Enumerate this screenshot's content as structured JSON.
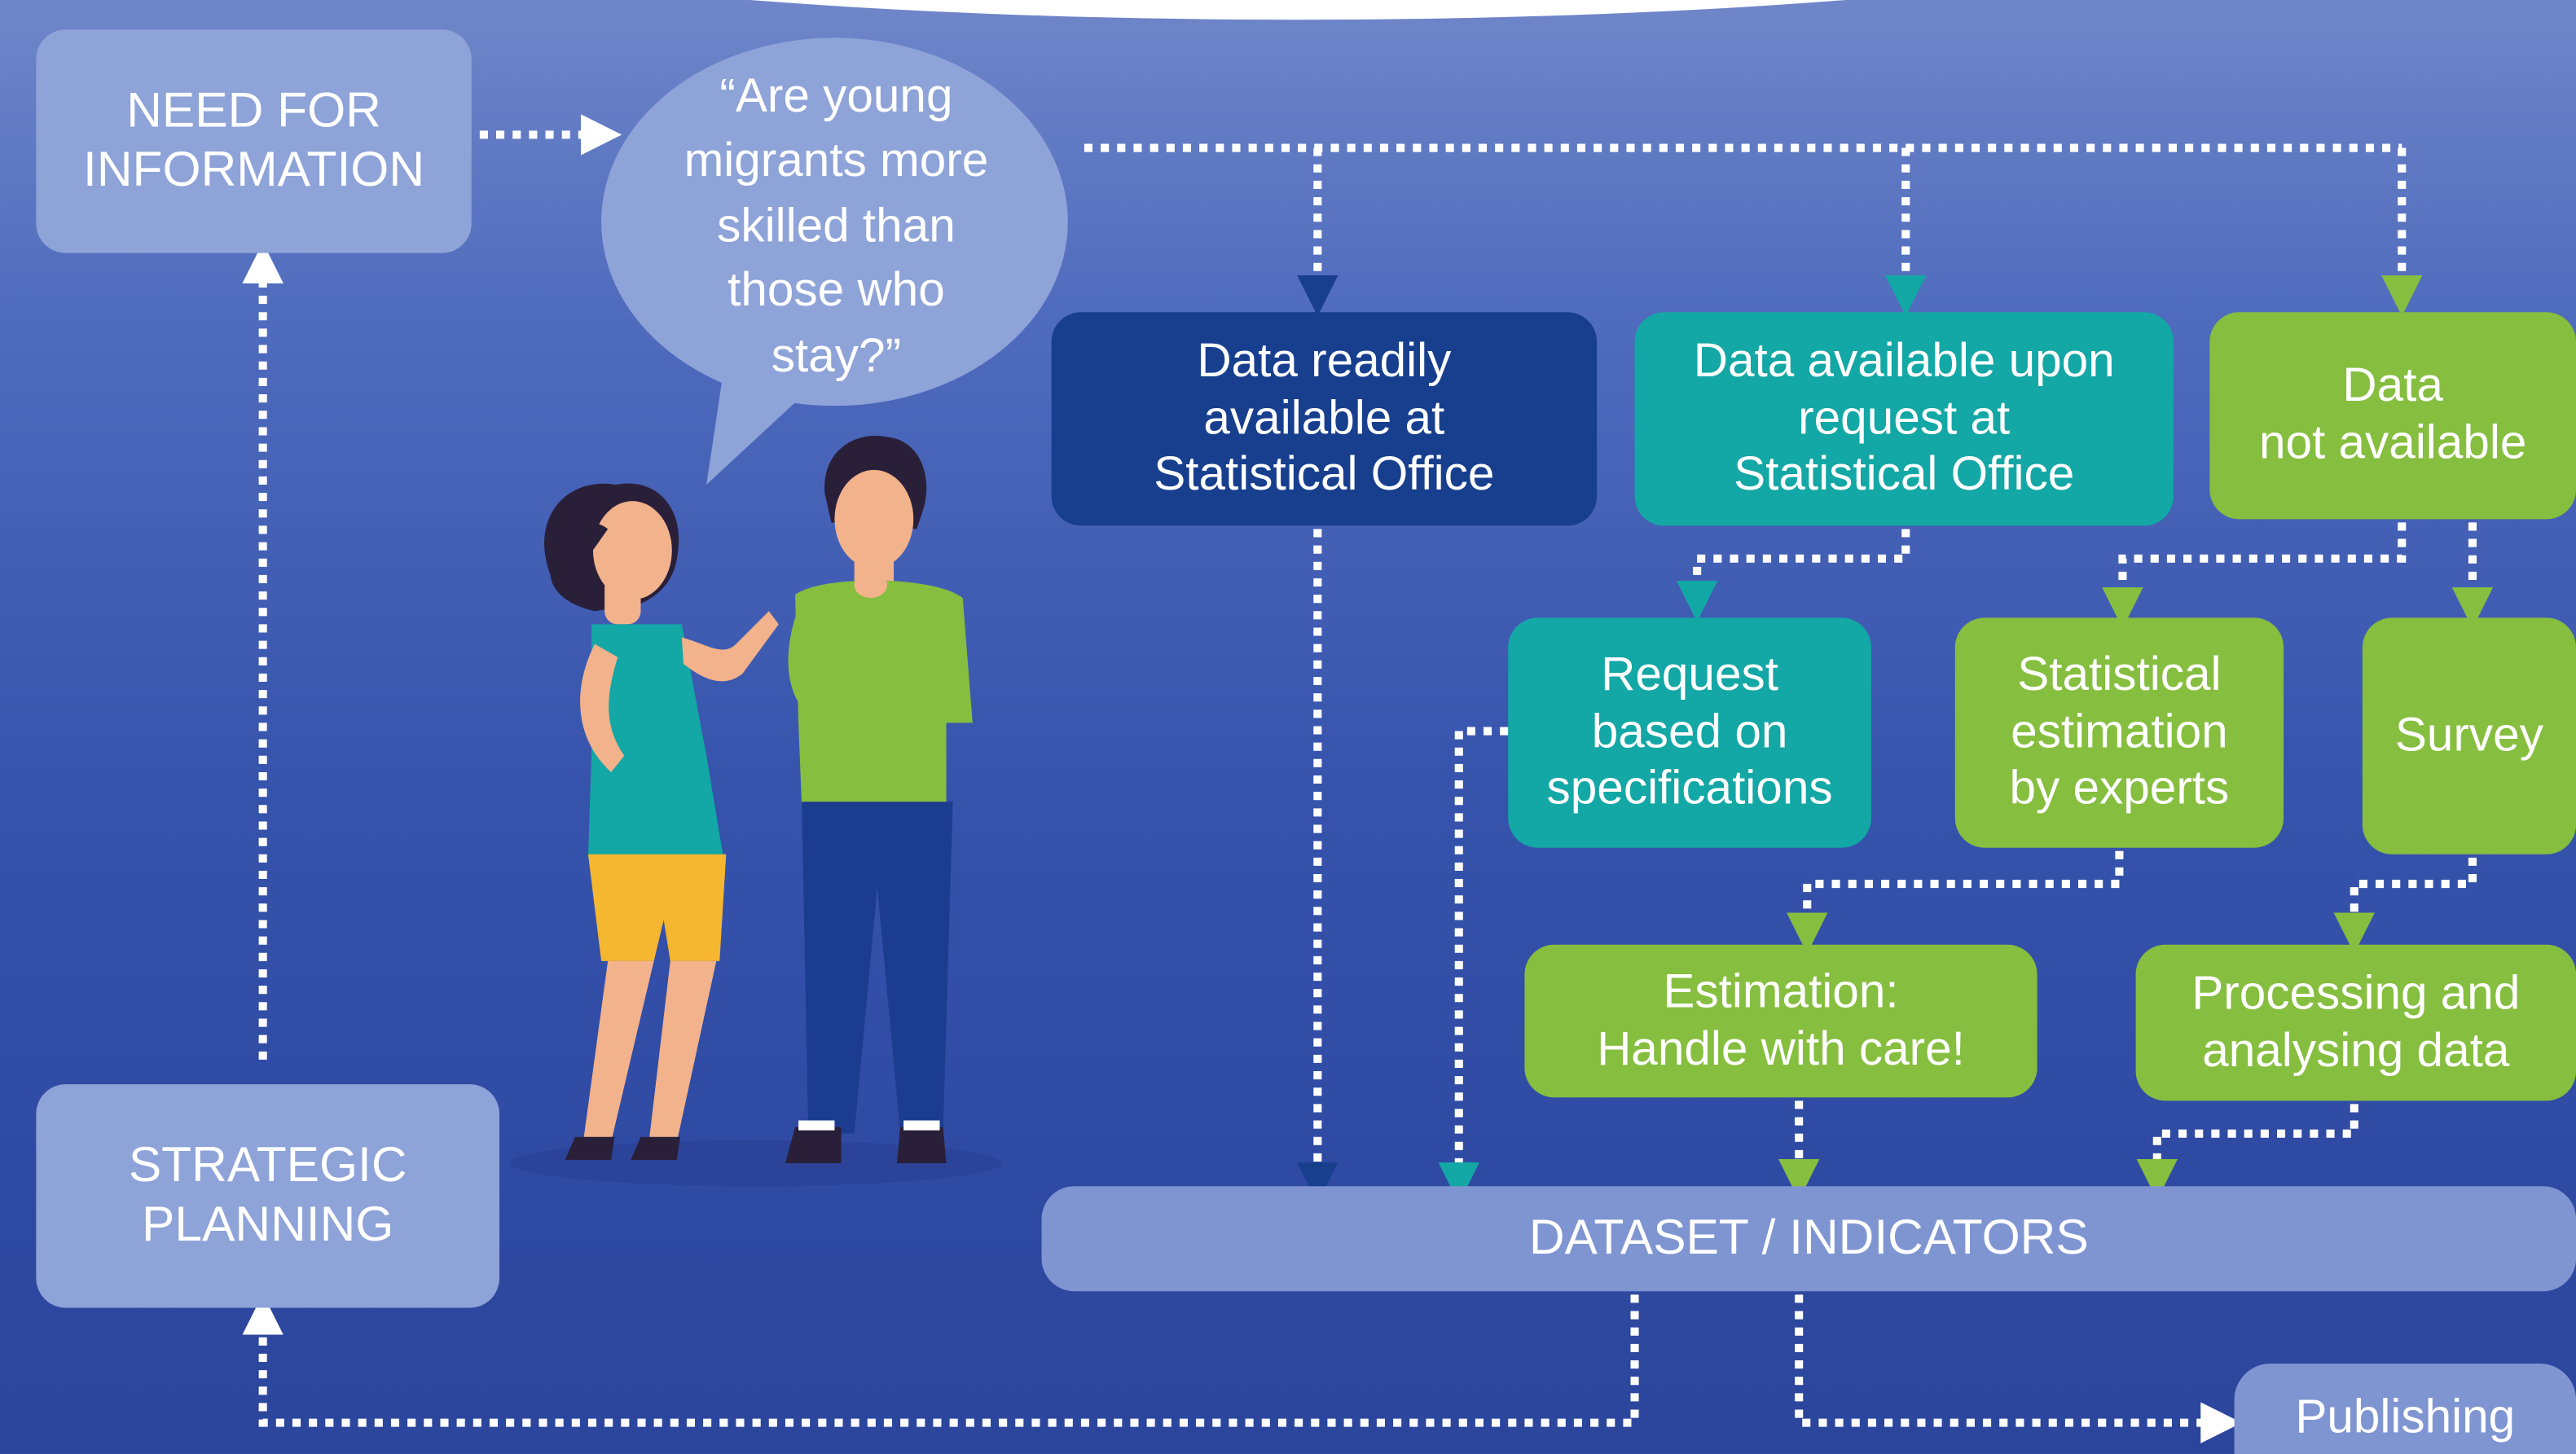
{
  "boxes": {
    "need_info": "NEED FOR\nINFORMATION",
    "question": "“Are young\nmigrants more\nskilled than\nthose who\nstay?”",
    "strategic": "STRATEGIC\nPLANNING",
    "readily": "Data readily\navailable at\nStatistical Office",
    "upon_request": "Data available upon\nrequest at\nStatistical Office",
    "not_available": "Data\nnot available",
    "request_spec": "Request\nbased on\nspecifications",
    "stat_estimation": "Statistical\nestimation\nby experts",
    "survey": "Survey",
    "estimation_care": "Estimation:\nHandle with care!",
    "processing": "Processing and\nanalysing data",
    "dataset": "DATASET / INDICATORS",
    "publishing": "Publishing"
  },
  "colors": {
    "navy": "#173f8e",
    "teal": "#13a7a5",
    "green": "#86be3f",
    "light_box": "#8ea3d8",
    "background": "#3653ac"
  }
}
